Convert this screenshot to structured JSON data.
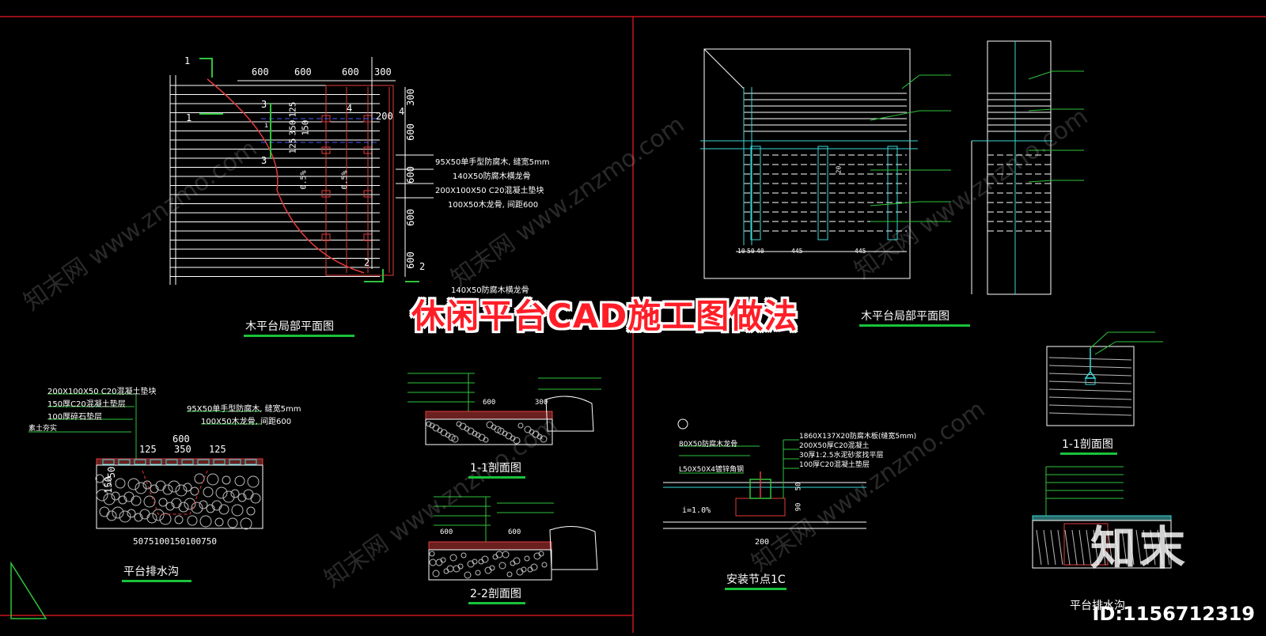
{
  "banner_title": "休闲平台CAD施工图做法",
  "id_text": "ID:1156712319",
  "brand_logo": "知末",
  "watermark": "知末网 www.znzmo.com",
  "colors": {
    "background": "#000000",
    "frame": "#c8161d",
    "title_red": "#ff1e28",
    "underline": "#19c23a",
    "line_white": "#ffffff",
    "line_cyan": "#3ad7d7",
    "line_green": "#2ec43c",
    "line_red": "#e23b3b",
    "line_yellow": "#e8d84a",
    "dim_blue": "#4b5bff"
  },
  "drawings": {
    "plan_left": {
      "title": "木平台局部平面图",
      "dims_top": [
        "600",
        "600",
        "600",
        "300"
      ],
      "dims_right": [
        "300",
        "600",
        "600",
        "600",
        "600"
      ],
      "dims_inner": [
        "125",
        "350",
        "125",
        "150"
      ],
      "dim_200": "200",
      "tags": [
        "1",
        "1",
        "2",
        "2",
        "3",
        "3",
        "4",
        "4",
        "i"
      ],
      "slopes": [
        "0.5%",
        "0.5%"
      ],
      "notes": [
        "95X50单手型防腐木, 缝宽5mm",
        "140X50防腐木横龙骨",
        "200X100X50 C20混凝土垫块",
        "100X50木龙骨, 间距600",
        "140X50防腐木横龙骨"
      ]
    },
    "plan_right": {
      "title": "木平台局部平面图",
      "dims_bottom": [
        "10",
        "50",
        "40",
        "445",
        "445"
      ],
      "dim_20": "20"
    },
    "drain_left": {
      "title": "平台排水沟",
      "notes": [
        "200X100X50 C20混凝土垫块",
        "150厚C20混凝土垫层",
        "100厚碎石垫层",
        "素土夯实",
        "95X50单手型防腐木, 缝宽5mm",
        "100X50木龙骨, 间距600"
      ],
      "dims_top": [
        "125",
        "350",
        "125",
        "600"
      ],
      "dims_left": [
        "150",
        "50"
      ],
      "dims_bottom": "5075100150100750"
    },
    "section_11_mid": {
      "title": "1-1剖面图",
      "dims": [
        "600",
        "300"
      ]
    },
    "section_22_mid": {
      "title": "2-2剖面图",
      "dims": [
        "600",
        "600"
      ]
    },
    "install_node": {
      "title": "安装节点1C",
      "notes": [
        "80X50防腐木龙骨",
        "1860X137X20防腐木板(缝宽5mm)",
        "200X50厚C20混凝土",
        "30厚1:2.5水泥砂浆找平层",
        "100厚C20混凝土垫层",
        "L50X50X4镀锌角钢"
      ],
      "slope": "i=1.0%",
      "dim_200": "200",
      "dims_right": [
        "50",
        "90"
      ]
    },
    "section_11_right": {
      "title": "1-1剖面图"
    },
    "drain_right": {
      "title": "平台排水沟"
    }
  }
}
